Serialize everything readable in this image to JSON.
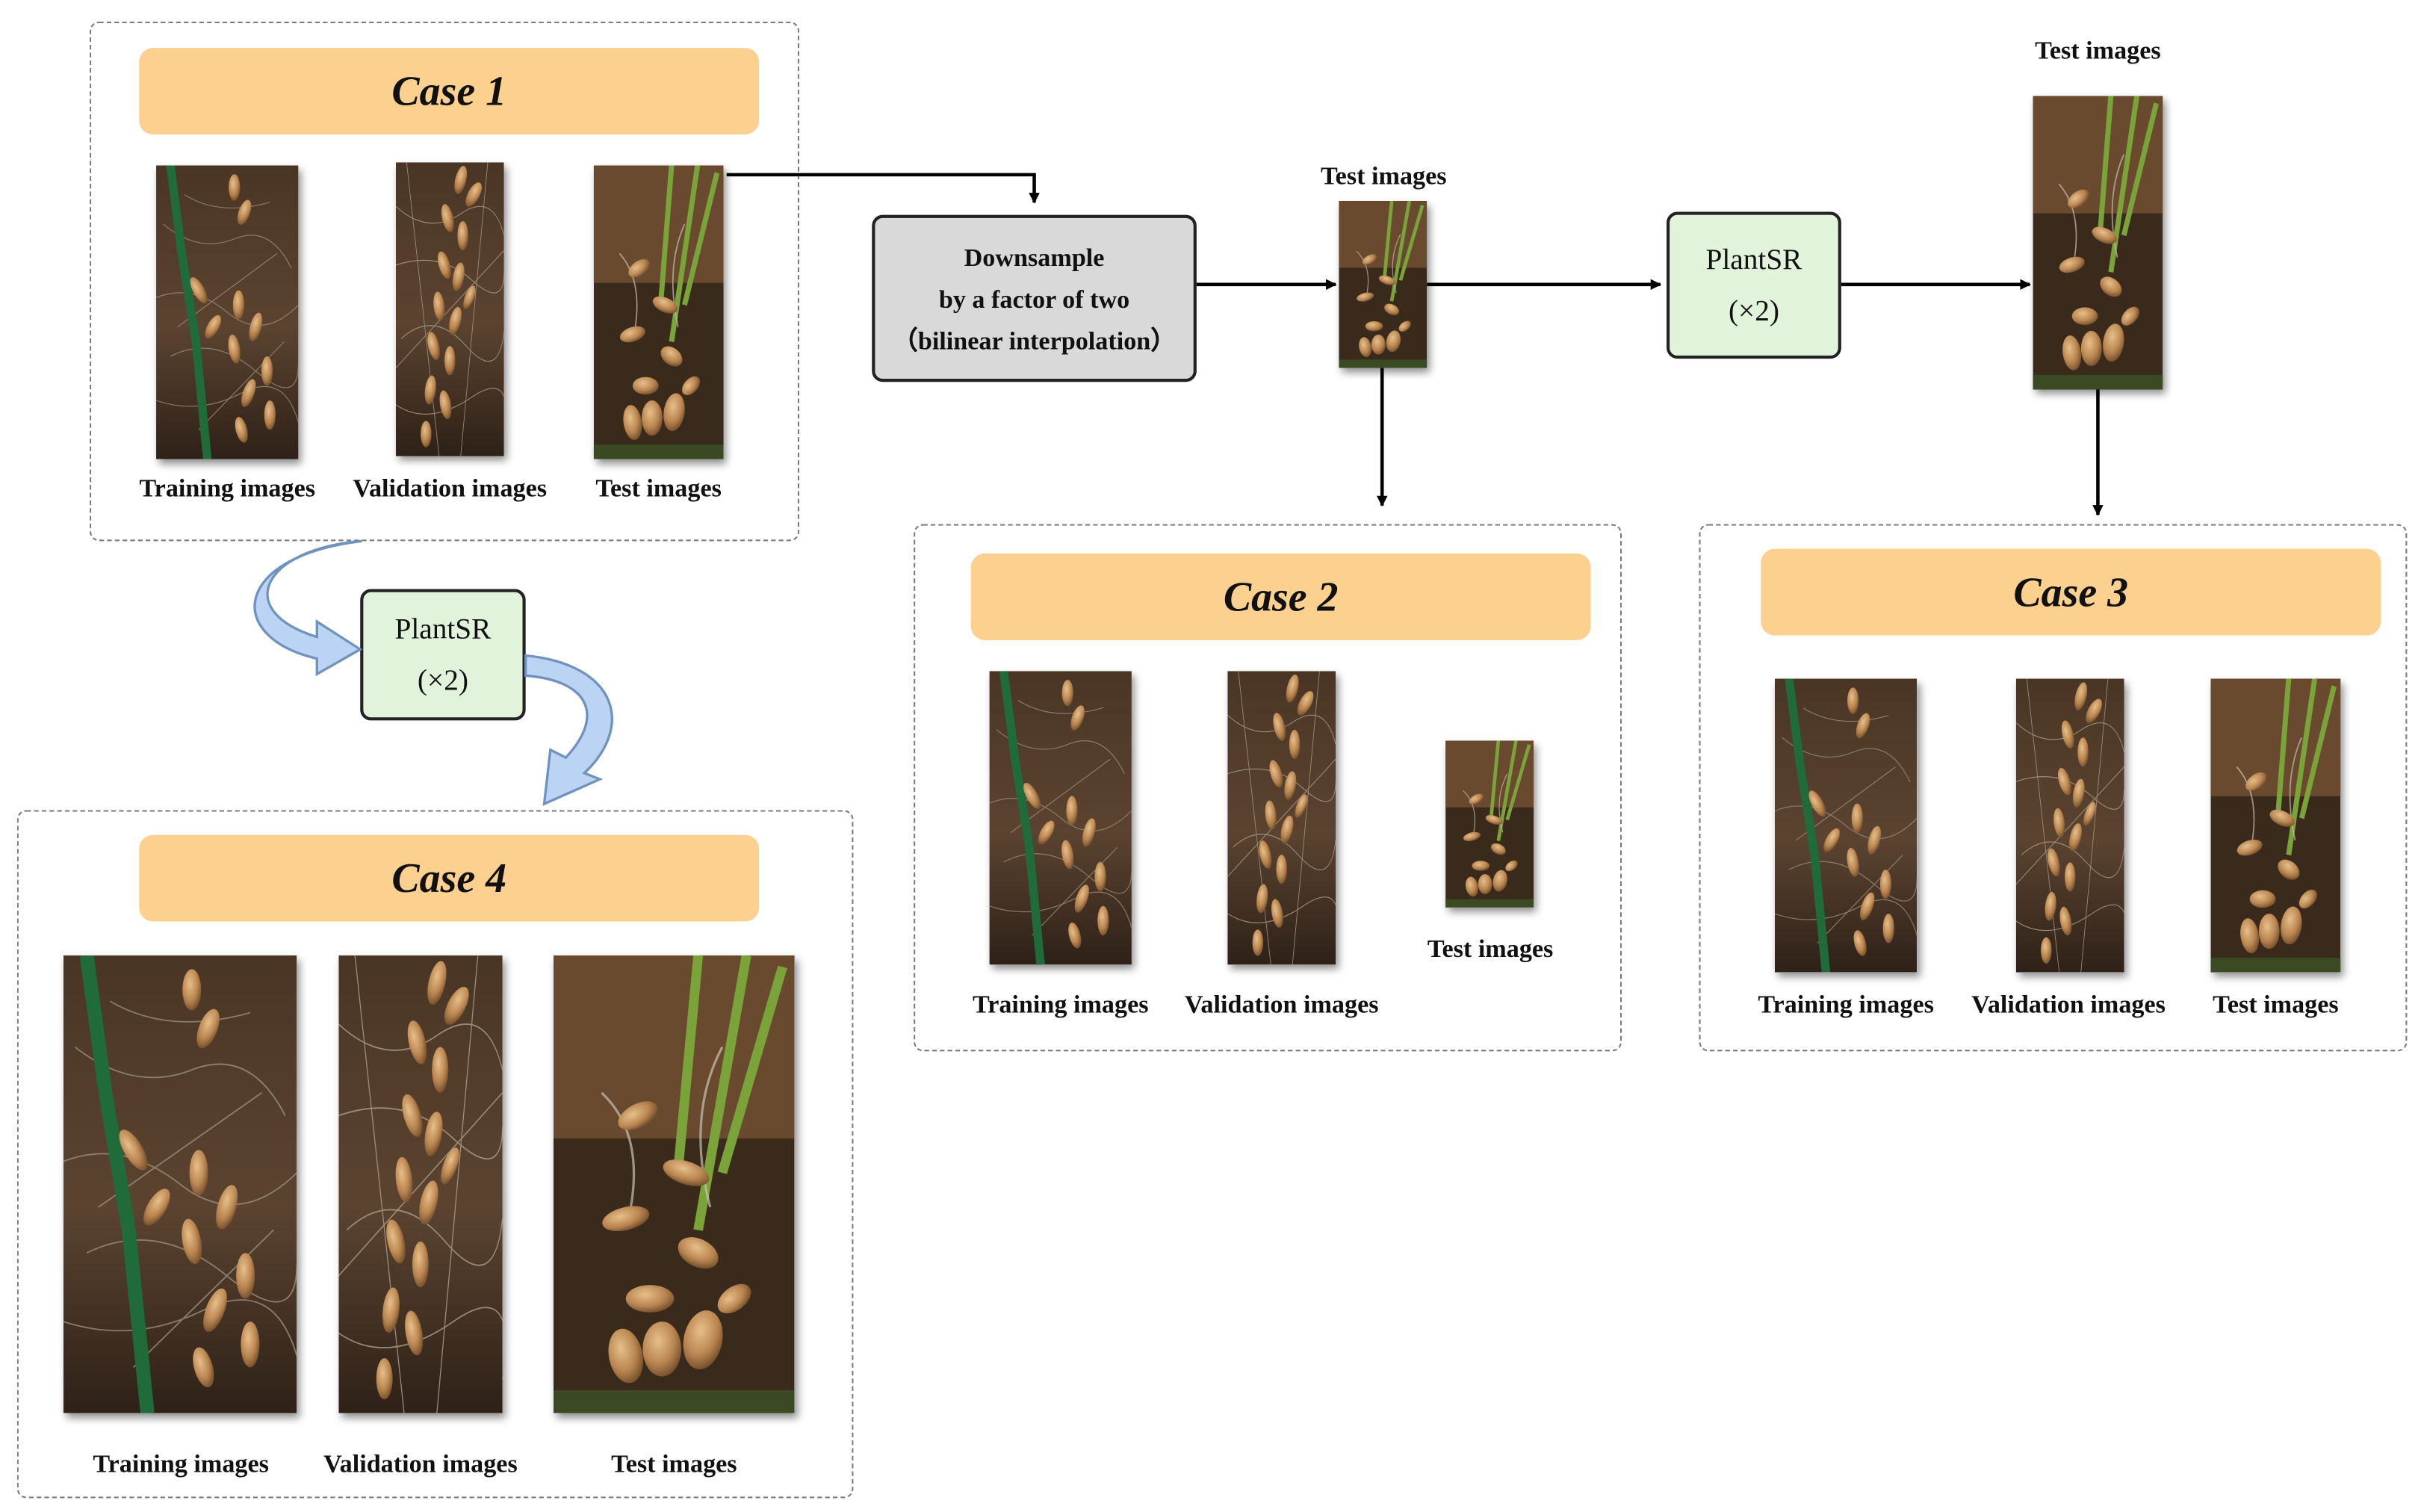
{
  "cases": {
    "case1": {
      "title": "Case 1",
      "labels": {
        "train": "Training images",
        "val": "Validation images",
        "test": "Test images"
      }
    },
    "case2": {
      "title": "Case 2",
      "labels": {
        "train": "Training images",
        "val": "Validation images",
        "test": "Test images"
      }
    },
    "case3": {
      "title": "Case 3",
      "labels": {
        "train": "Training images",
        "val": "Validation images",
        "test": "Test images"
      }
    },
    "case4": {
      "title": "Case 4",
      "labels": {
        "train": "Training images",
        "val": "Validation images",
        "test": "Test images"
      }
    }
  },
  "downsample": {
    "line1": "Downsample",
    "line2": "by a factor of  two",
    "line3": "（bilinear interpolation）"
  },
  "plantsr": {
    "name": "PlantSR",
    "scale": "(×2)"
  },
  "flow": {
    "test_small_label": "Test images",
    "test_large_label": "Test images"
  },
  "colors": {
    "banner": "#fcd08e",
    "plantsr_fill": "#e2f3dc",
    "downsample_fill": "#d9d9d9",
    "curved_arrow_fill": "#bcd4f3",
    "curved_arrow_stroke": "#6f92bf"
  }
}
